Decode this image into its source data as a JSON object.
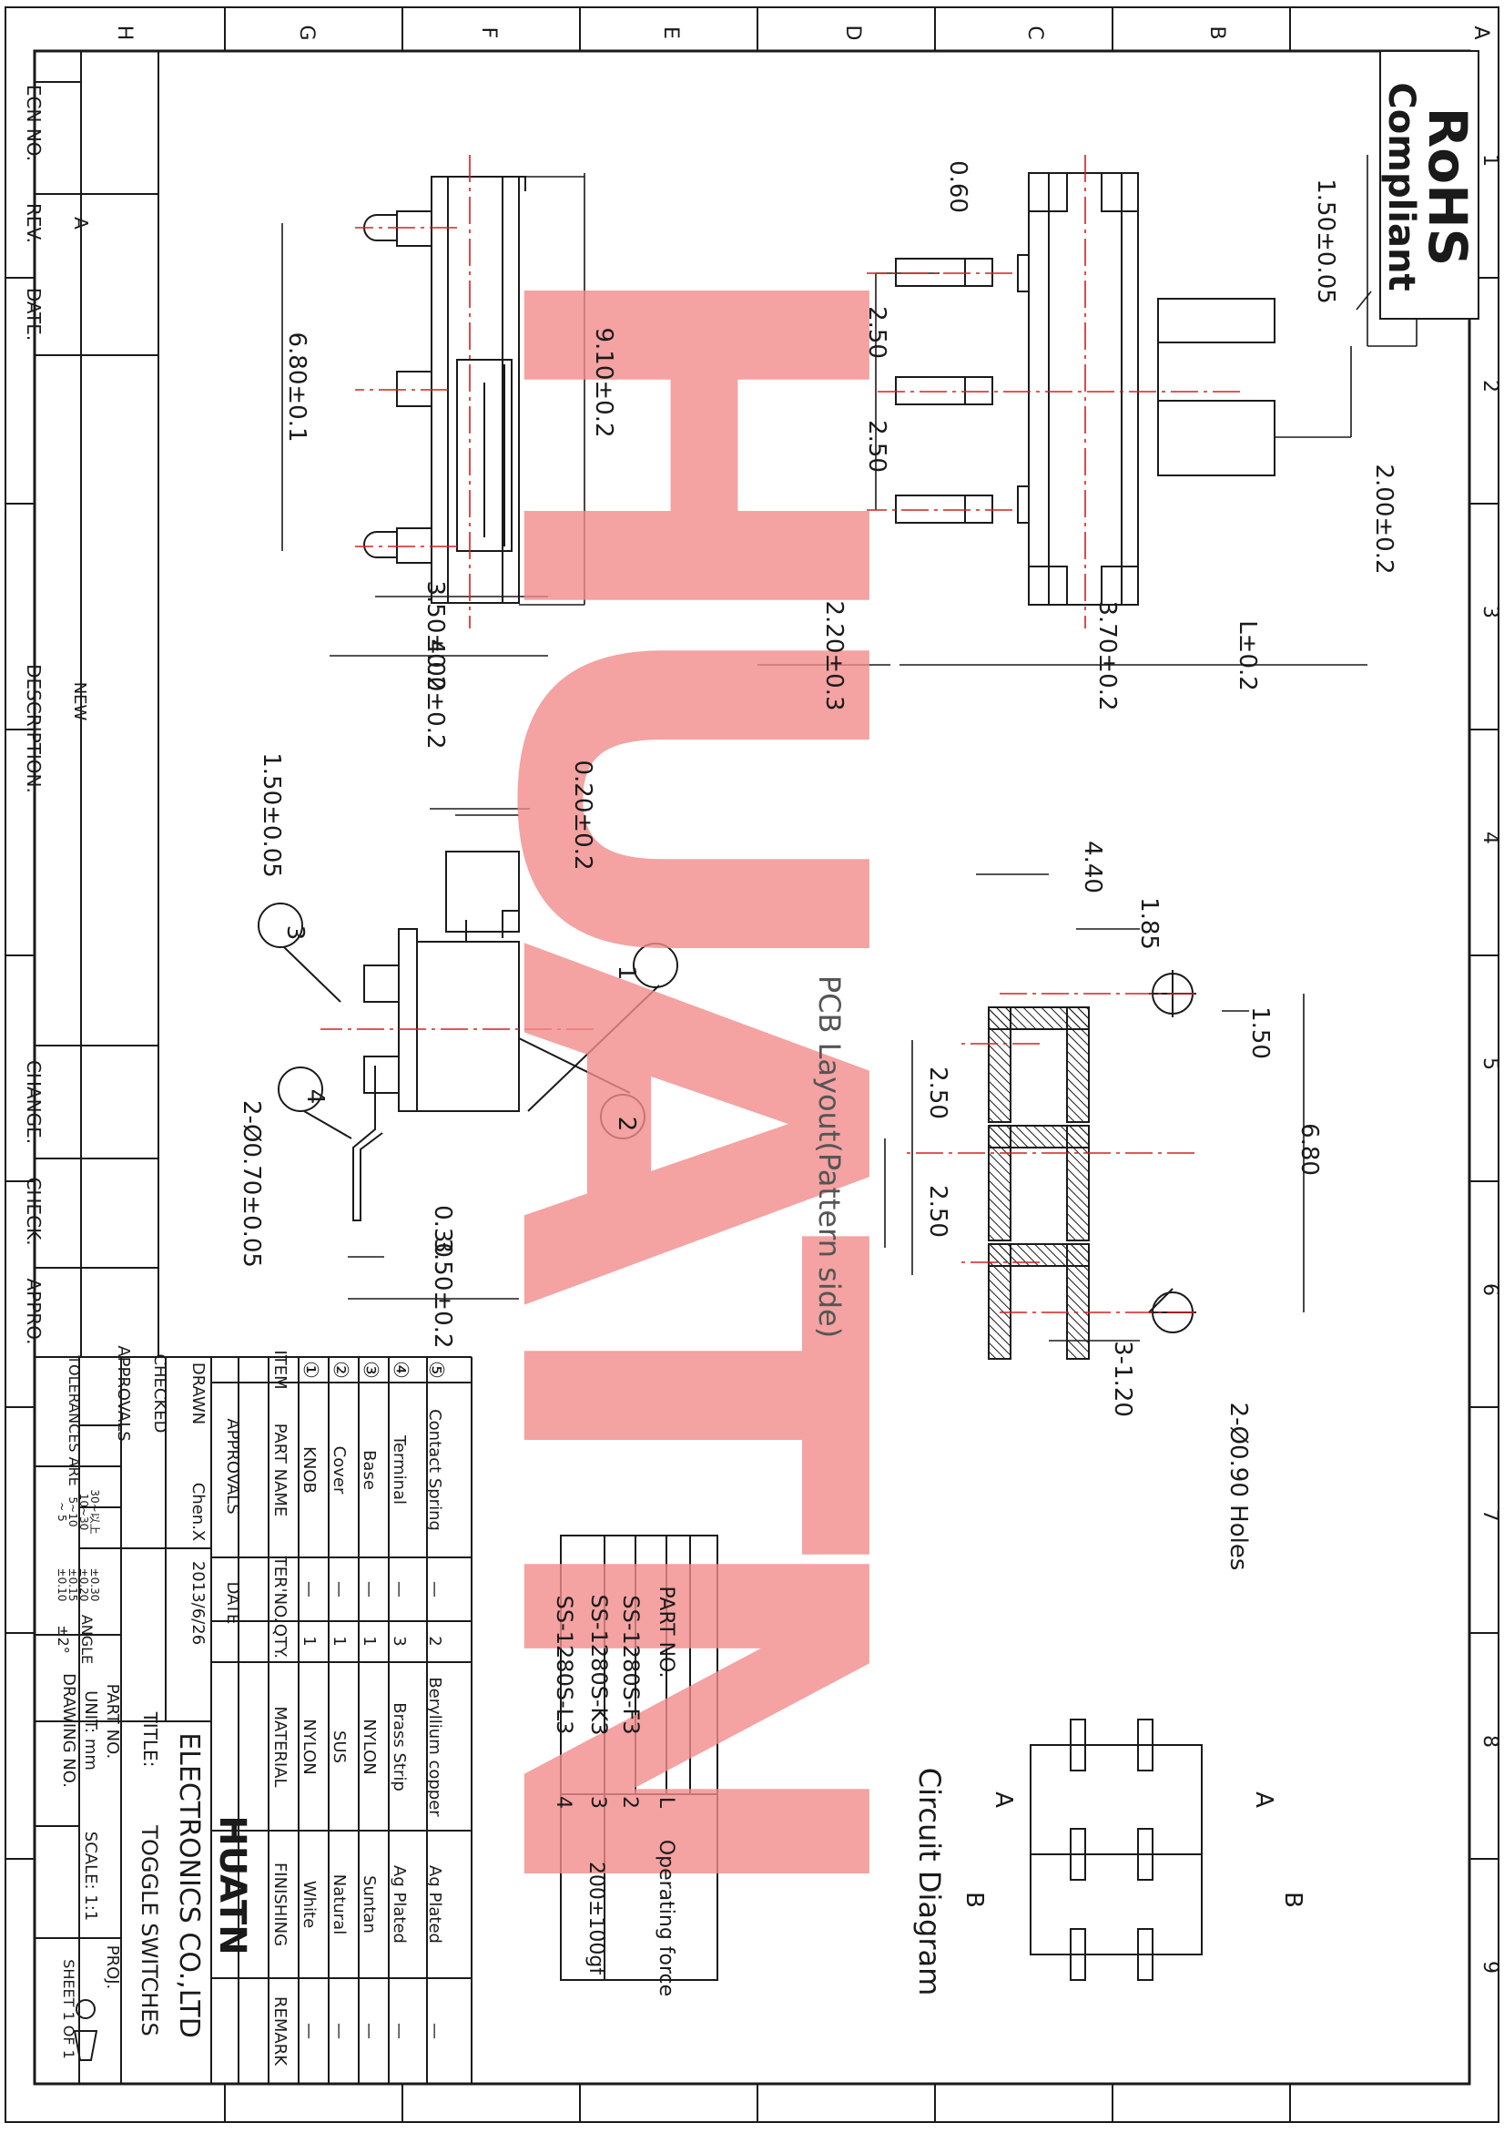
{
  "colors": {
    "ink": "#1a1a1a",
    "centerline": "#d42020",
    "watermark": "#f28c8c"
  },
  "watermark": "HUATN",
  "rohs": {
    "line1": "RoHS",
    "line2": "Compliant"
  },
  "zones": {
    "letters": [
      "A",
      "B",
      "C",
      "D",
      "E",
      "F",
      "G",
      "H"
    ],
    "numbers": [
      "1",
      "2",
      "3",
      "4",
      "5",
      "6",
      "7",
      "8",
      "9"
    ]
  },
  "top_view": {
    "pin_width": "0.60",
    "pitch_1": "2.50",
    "pitch_2": "2.50",
    "knob_width": "1.50±0.05",
    "knob_offset": "2.00±0.2",
    "pin_length": "2.20±0.3",
    "body_width": "3.70±0.2",
    "knob_length": "L±0.2"
  },
  "side_view": {
    "body_length": "9.10±0.2",
    "post_spacing": "6.80±0.1",
    "height_1": "3.50±0.2",
    "height_2": "4.00±0.2"
  },
  "end_view": {
    "knob_width": "1.50±0.05",
    "gap": "0.20±0.2",
    "terminal_thickness": "0.30",
    "height": "3.50±0.2",
    "posts": "2-Ø0.70±0.05",
    "callouts": [
      "1",
      "2",
      "3",
      "4"
    ]
  },
  "pcb_layout": {
    "title": "PCB Layout(Pattern side)",
    "width": "4.40",
    "offset": "1.85",
    "hole_offset": "1.50",
    "pitch_1": "2.50",
    "pitch_2": "2.50",
    "hole_spacing": "6.80",
    "slot_width": "3-1.20",
    "holes": "2-Ø0.90 Holes"
  },
  "circuit": {
    "title": "Circuit Diagram",
    "labels": [
      "A",
      "B",
      "A",
      "B"
    ]
  },
  "part_table": {
    "headers": [
      "PART NO.",
      "L",
      "Operating force"
    ],
    "rows": [
      [
        "SS-1280S-F3",
        "2"
      ],
      [
        "SS-1280S-K3",
        "3"
      ],
      [
        "SS-1280S-L3",
        "4"
      ]
    ],
    "force": "200±100gf"
  },
  "bom": {
    "headers": [
      "ITEM",
      "PART NAME",
      "TER'NO.",
      "QTY.",
      "MATERIAL",
      "FINISHING",
      "REMARK"
    ],
    "rows": [
      [
        "⑤",
        "Contact Spring",
        "—",
        "2",
        "Beryllium copper",
        "Ag Plated",
        "—"
      ],
      [
        "④",
        "Terminal",
        "—",
        "3",
        "Brass Strip",
        "Ag Plated",
        "—"
      ],
      [
        "③",
        "Base",
        "—",
        "1",
        "NYLON",
        "Suntan",
        "—"
      ],
      [
        "②",
        "Cover",
        "—",
        "1",
        "SUS",
        "Natural",
        "—"
      ],
      [
        "①",
        "KNOB",
        "—",
        "1",
        "NYLON",
        "White",
        "—"
      ]
    ]
  },
  "title_block": {
    "approvals_label": "APPROVALS",
    "date_label": "DATE",
    "drawn_label": "DRAWN",
    "drawn_by": "Chen.X",
    "drawn_date": "2013/6/26",
    "checked_label": "CHECKED",
    "approvals2_label": "APPROVALS",
    "company_name": "HUATN",
    "company_full": "ELECTRONICS CO.,LTD",
    "title_label": "TITLE:",
    "title_value": "TOGGLE SWITCHES",
    "part_no_label": "PART NO.",
    "proj_label": "PROJ.",
    "tolerances_label": "TOLERANCES ARE",
    "tol_ranges": [
      "30~以上",
      "10~30",
      "5~10",
      "~ 5"
    ],
    "tol_values": [
      "±0.30",
      "±0.20",
      "±0.15",
      "±0.10"
    ],
    "angle_label": "ANGLE",
    "angle_value": "±2°",
    "unit_label": "UNIT: mm",
    "scale_label": "SCALE: 1:1",
    "drawing_no_label": "DRAWING NO.",
    "sheet_label": "SHEET 1 OF 1"
  },
  "revision_block": {
    "labels": [
      "ECN NO.",
      "REV.",
      "DATE.",
      "DESCRIPTION.",
      "CHANGE.",
      "CHECK.",
      "APPRO."
    ],
    "rev_value": "A",
    "description_value": "NEW"
  }
}
